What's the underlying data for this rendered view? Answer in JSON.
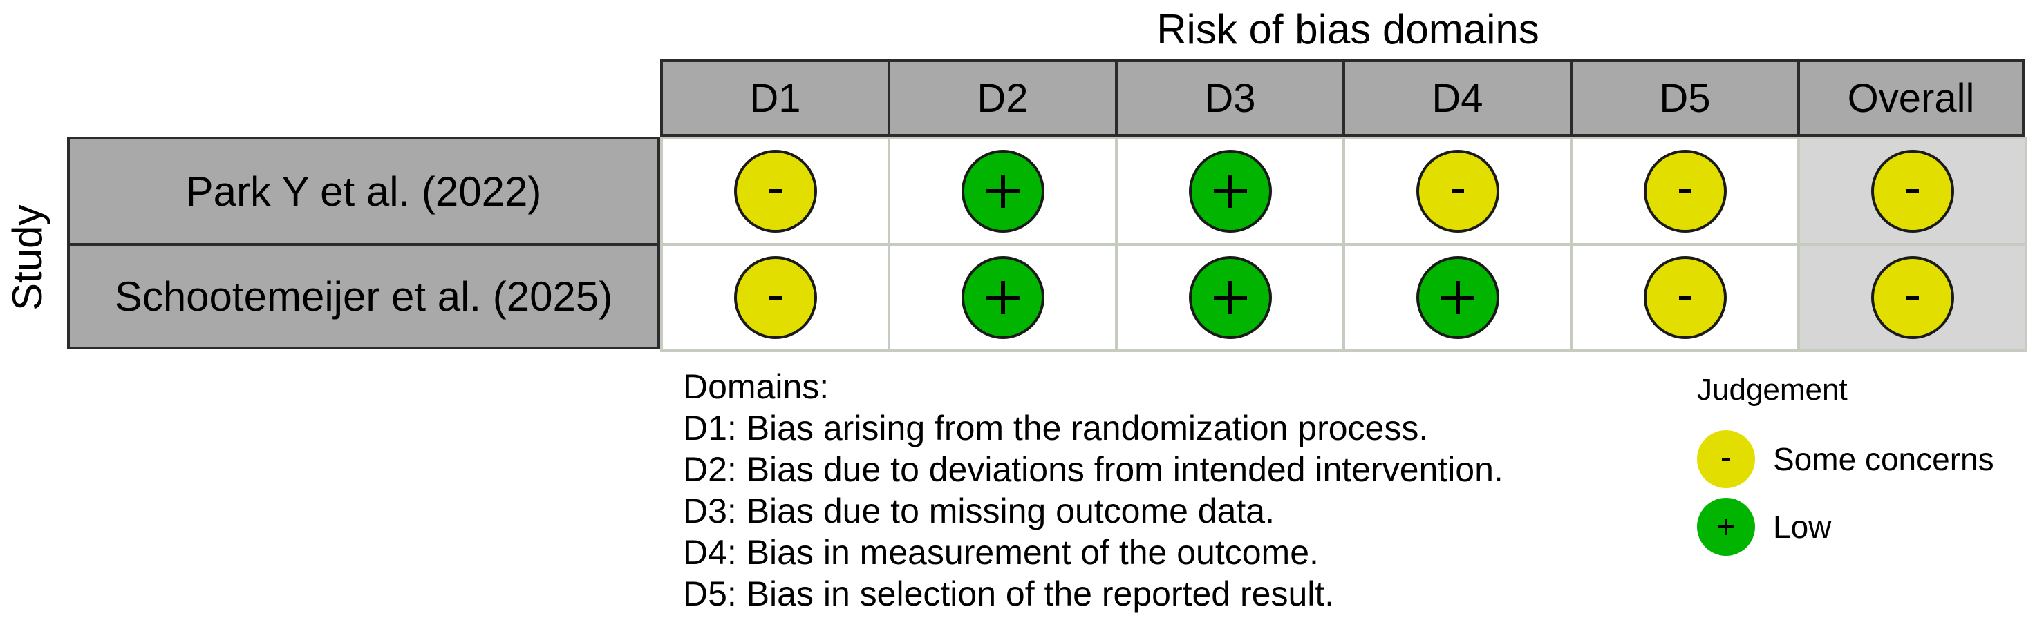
{
  "title": "Risk of bias domains",
  "y_label": "Study",
  "columns": [
    "D1",
    "D2",
    "D3",
    "D4",
    "D5",
    "Overall"
  ],
  "studies": [
    {
      "name": "Park Y et al. (2022)",
      "judgements": [
        "-",
        "+",
        "+",
        "-",
        "-",
        "-"
      ]
    },
    {
      "name": "Schootemeijer et al. (2025)",
      "judgements": [
        "-",
        "+",
        "+",
        "+",
        "-",
        "-"
      ]
    }
  ],
  "domains_legend": {
    "heading": "Domains:",
    "items": [
      "D1: Bias arising from the randomization process.",
      "D2: Bias due to deviations from intended intervention.",
      "D3: Bias due to missing outcome data.",
      "D4: Bias in measurement of the outcome.",
      "D5: Bias in selection of the reported result."
    ]
  },
  "judgement_legend": {
    "heading": "Judgement",
    "items": [
      {
        "symbol": "-",
        "label": "Some concerns",
        "color": "#e2df00"
      },
      {
        "symbol": "+",
        "label": "Low",
        "color": "#00b400"
      }
    ]
  },
  "colors": {
    "some_concerns": "#e2df00",
    "low": "#00b400",
    "header_bg": "#a9a9a9",
    "overall_bg": "#d6d6d6",
    "grid_line": "#c5cbbf"
  }
}
